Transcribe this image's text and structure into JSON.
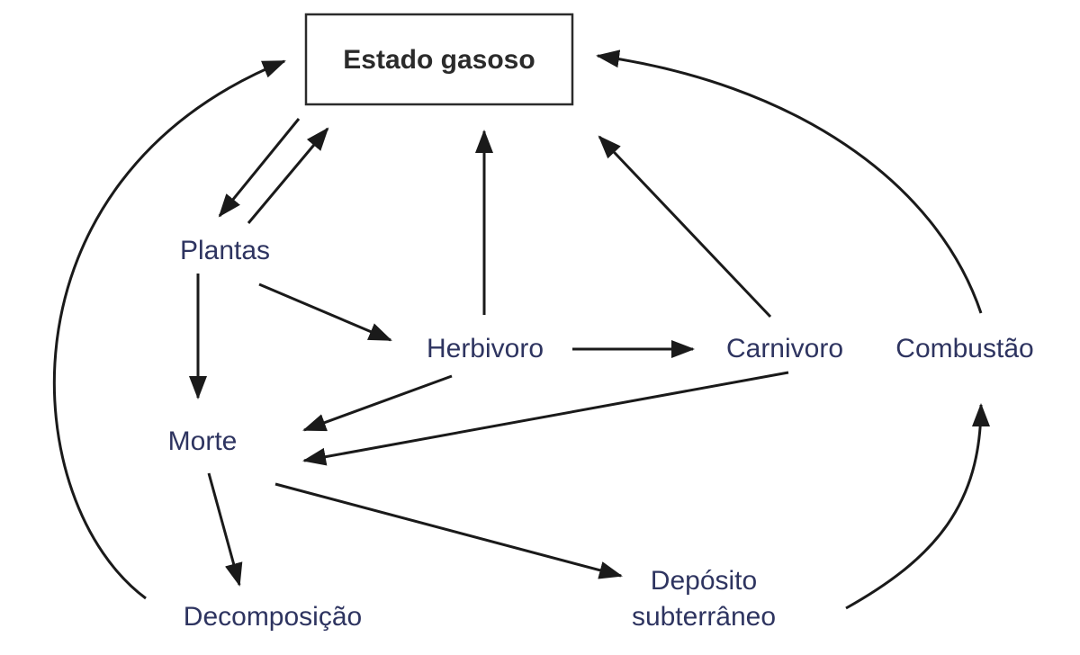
{
  "diagram": {
    "nodes": {
      "estado_gasoso": "Estado gasoso",
      "plantas": "Plantas",
      "herbivoro": "Herbivoro",
      "carnivoro": "Carnivoro",
      "combustao": "Combustão",
      "morte": "Morte",
      "decomposicao": "Decomposição",
      "deposito_line1": "Depósito",
      "deposito_line2": "subterrâneo"
    },
    "edges": [
      {
        "from": "Estado gasoso",
        "to": "Plantas"
      },
      {
        "from": "Plantas",
        "to": "Estado gasoso"
      },
      {
        "from": "Herbivoro",
        "to": "Estado gasoso"
      },
      {
        "from": "Carnivoro",
        "to": "Estado gasoso"
      },
      {
        "from": "Combustão",
        "to": "Estado gasoso"
      },
      {
        "from": "Decomposição",
        "to": "Estado gasoso"
      },
      {
        "from": "Plantas",
        "to": "Herbivoro"
      },
      {
        "from": "Plantas",
        "to": "Morte"
      },
      {
        "from": "Herbivoro",
        "to": "Carnivoro"
      },
      {
        "from": "Herbivoro",
        "to": "Morte"
      },
      {
        "from": "Carnivoro",
        "to": "Morte"
      },
      {
        "from": "Morte",
        "to": "Decomposição"
      },
      {
        "from": "Morte",
        "to": "Depósito subterrâneo"
      },
      {
        "from": "Depósito subterrâneo",
        "to": "Combustão"
      }
    ],
    "colors": {
      "line": "#1a1a1a",
      "label": "#2e3460",
      "box_border": "#2b2b2b"
    }
  }
}
